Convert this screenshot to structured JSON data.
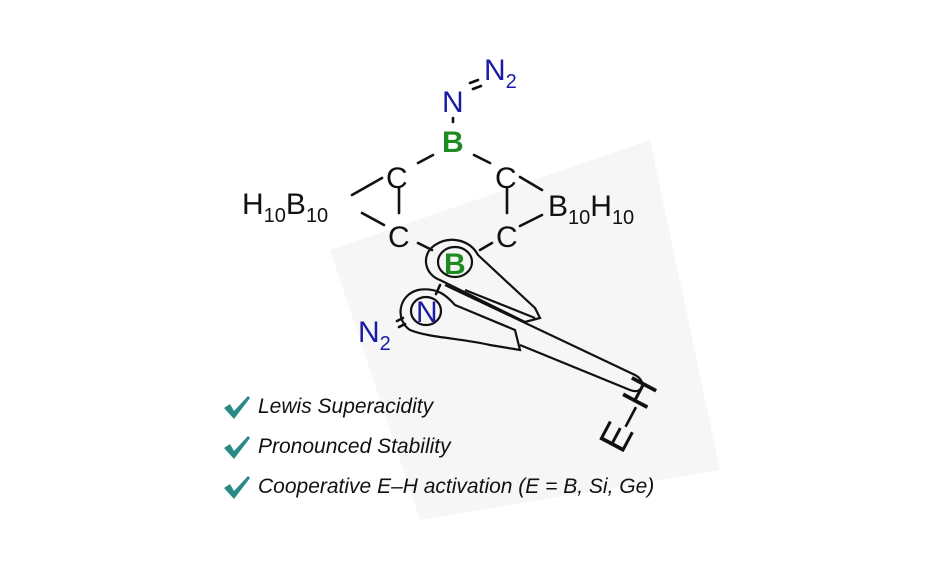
{
  "molecule": {
    "top_dinitrogen": "N",
    "top_dinitrogen_sub": "2",
    "top_n": "N",
    "top_boron": "B",
    "bottom_boron": "B",
    "bottom_n": "N",
    "bottom_dinitrogen": "N",
    "bottom_dinitrogen_sub": "2",
    "carbon": "C",
    "left_cluster": {
      "h": "H",
      "h_sub": "10",
      "b": "B",
      "b_sub": "10"
    },
    "right_cluster": {
      "b": "B",
      "b_sub": "10",
      "h": "H",
      "h_sub": "10"
    },
    "substrate_label": "E–H"
  },
  "bullets": [
    {
      "text": "Lewis Superacidity"
    },
    {
      "text": "Pronounced Stability"
    },
    {
      "text": "Cooperative E–H activation (E = B, Si, Ge)"
    }
  ],
  "colors": {
    "nitrogen": "#1a1aa6",
    "boron": "#1f8a1f",
    "check": "#2a8a85"
  }
}
